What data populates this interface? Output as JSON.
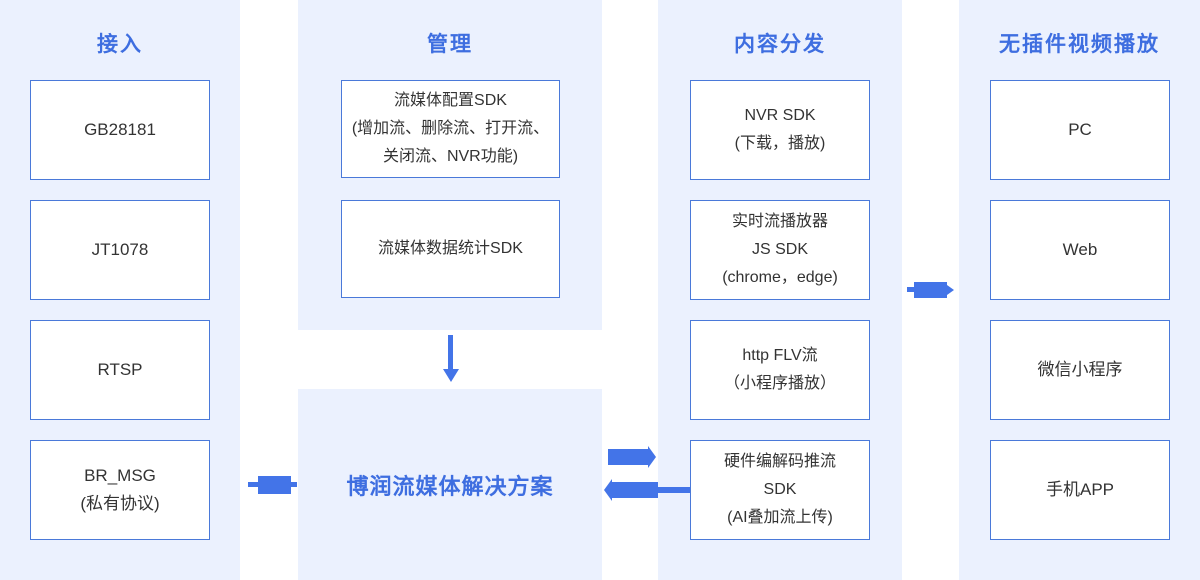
{
  "colors": {
    "panel_bg": "#EBF1FE",
    "box_border": "#4A79D9",
    "box_bg": "#FFFFFF",
    "title_text": "#3E6EE0",
    "box_text": "#333333",
    "arrow": "#4374E8"
  },
  "columns": [
    {
      "id": "access",
      "title": "接入",
      "boxes": [
        {
          "lines": [
            "GB28181"
          ]
        },
        {
          "lines": [
            "JT1078"
          ]
        },
        {
          "lines": [
            "RTSP"
          ]
        },
        {
          "lines": [
            "BR_MSG",
            "(私有协议)"
          ]
        }
      ]
    },
    {
      "id": "manage",
      "title": "管理",
      "boxes": [
        {
          "lines": [
            "流媒体配置SDK",
            "(增加流、删除流、打开流、",
            "关闭流、NVR功能)"
          ]
        },
        {
          "lines": [
            "流媒体数据统计SDK"
          ]
        }
      ],
      "solution_label": "博润流媒体解决方案"
    },
    {
      "id": "distribute",
      "title": "内容分发",
      "boxes": [
        {
          "lines": [
            "NVR SDK",
            "(下载，播放)"
          ]
        },
        {
          "lines": [
            "实时流播放器",
            "JS SDK",
            "(chrome，edge)"
          ]
        },
        {
          "lines": [
            "http FLV流",
            "（小程序播放）"
          ]
        },
        {
          "lines": [
            "硬件编解码推流",
            "SDK",
            "(AI叠加流上传)"
          ]
        }
      ]
    },
    {
      "id": "playback",
      "title": "无插件视频播放",
      "boxes": [
        {
          "lines": [
            "PC"
          ]
        },
        {
          "lines": [
            "Web"
          ]
        },
        {
          "lines": [
            "微信小程序"
          ]
        },
        {
          "lines": [
            "手机APP"
          ]
        }
      ]
    }
  ]
}
